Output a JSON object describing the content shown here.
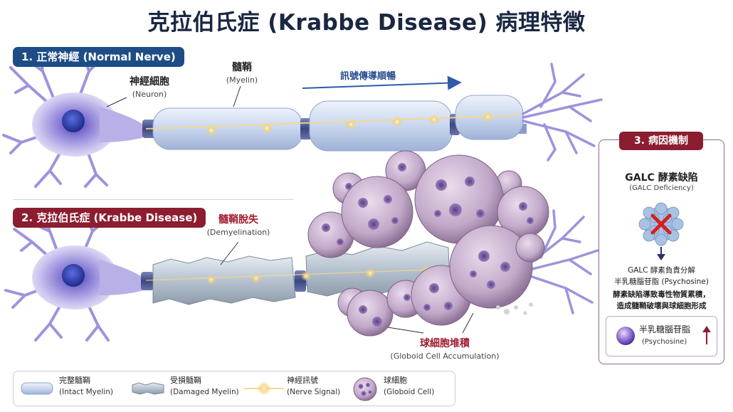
{
  "title": "克拉伯氏症 (Krabbe Disease) 病理特徵",
  "section1": {
    "badge": "1. 正常神經 (Normal Nerve)",
    "color": "#1e4d86"
  },
  "section2": {
    "badge": "2. 克拉伯氏症 (Krabbe Disease)",
    "color": "#8c1d30"
  },
  "labels": {
    "neuron": {
      "zh": "神經細胞",
      "en": "(Neuron)"
    },
    "myelin": {
      "zh": "髓鞘",
      "en": "(Myelin)"
    },
    "signal": "訊號傳導順暢",
    "demyelination": {
      "zh": "髓鞘脫失",
      "en": "(Demyelination)"
    },
    "globoid": {
      "zh": "球細胞堆積",
      "en": "(Globoid Cell Accumulation)"
    }
  },
  "mechanism": {
    "badge": "3. 病因機制",
    "title": "GALC 酵素缺陷",
    "subtitle": "(GALC Deficiency)",
    "line1": "GALC 酵素負責分解",
    "line2": "半乳糖腦苷脂  (Psychosine)",
    "line3": "酵素缺陷導致毒性物質累積，",
    "line4": "造成髓鞘破壞與球細胞形成",
    "box_zh": "半乳糖腦苷脂",
    "box_en": "(Psychosine)"
  },
  "legend": [
    {
      "zh": "完整髓鞘",
      "en": "(Intact Myelin)"
    },
    {
      "zh": "受損髓鞘",
      "en": "(Damaged Myelin)"
    },
    {
      "zh": "神經訊號",
      "en": "(Nerve Signal)"
    },
    {
      "zh": "球細胞",
      "en": "(Globoid Cell)"
    }
  ],
  "colors": {
    "navy": "#1e4d86",
    "crimson": "#8c1d30",
    "myelin": "#c9d6ec",
    "neuron": "#8a7fd0",
    "globoid": "#c9b2cf",
    "signal": "#f7d27a"
  }
}
